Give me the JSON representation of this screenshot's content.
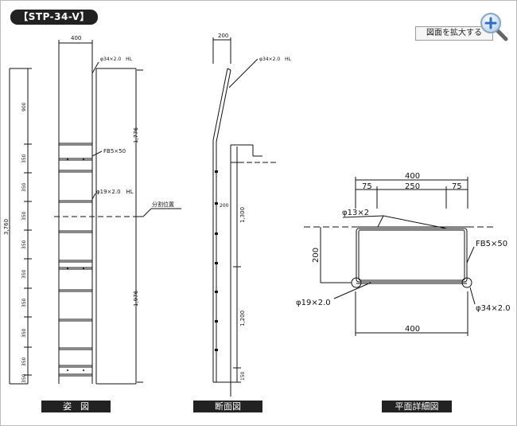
{
  "header": {
    "title": "【STP-34-V】",
    "zoom_label": "図面を拡大する"
  },
  "front_view": {
    "caption": "姿　図",
    "width": "400",
    "handrail_spec": "φ34×2.0　HL",
    "step_spec": "FB5×50",
    "rung_spec": "φ19×2.0　HL",
    "split_label": "分割位置",
    "total_height": "3,760",
    "upper_height": "1,776",
    "lower_height": "1,976",
    "left_dims": [
      "900",
      "350",
      "350",
      "350",
      "350",
      "350",
      "350",
      "350",
      "350",
      "350"
    ]
  },
  "section_view": {
    "caption": "断面図",
    "top_width": "200",
    "handrail_spec": "φ34×2.0　HL",
    "dim_a": "200",
    "dim_b": "1,300",
    "dim_c": "1,200",
    "dim_d": "150"
  },
  "plan_view": {
    "caption": "平面詳細図",
    "top_total": "400",
    "seg_left": "75",
    "seg_mid": "250",
    "seg_right": "75",
    "bolt_spec": "φ13×2",
    "height": "200",
    "flat_bar_spec": "FB5×50",
    "rung_spec": "φ19×2.0",
    "rail_spec": "φ34×2.0",
    "bottom_total": "400"
  }
}
